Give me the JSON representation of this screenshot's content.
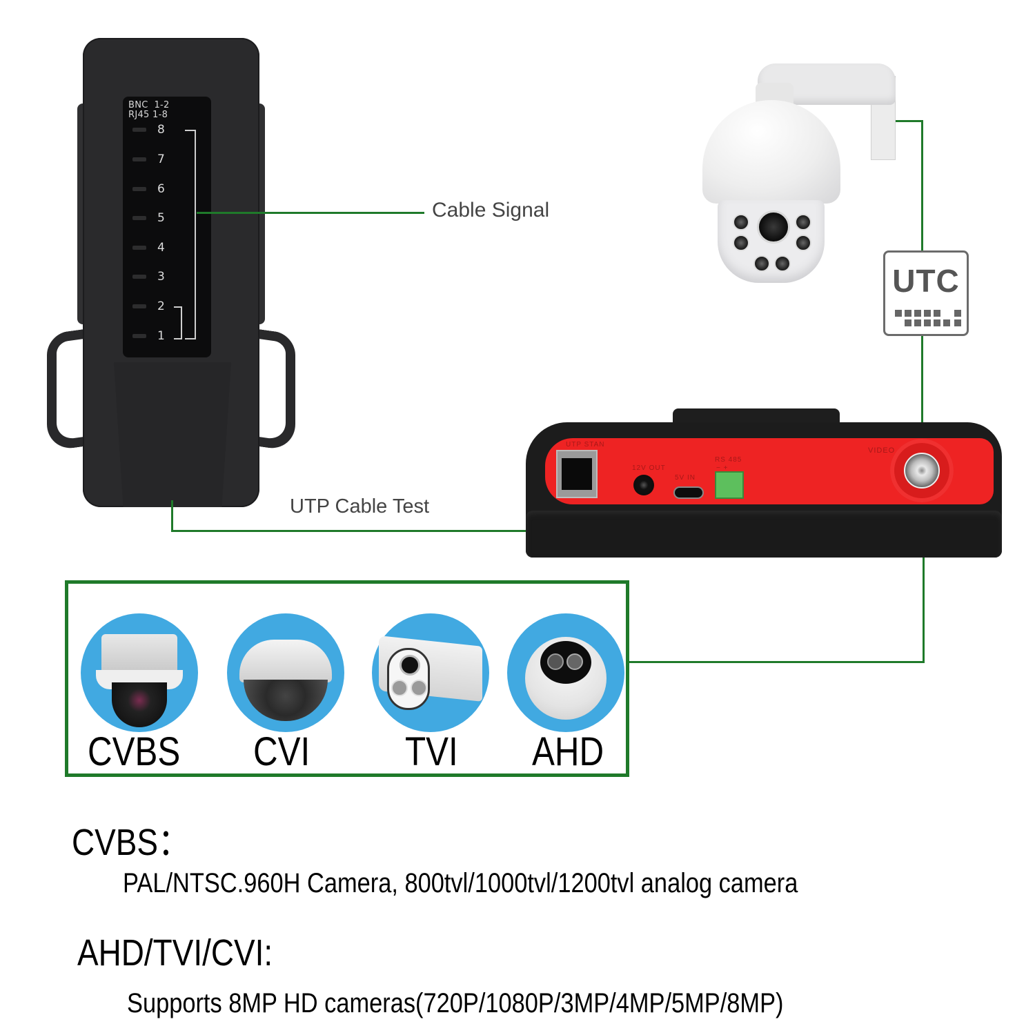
{
  "remote_tester": {
    "panel_header_line1": "BNC  1-2",
    "panel_header_line2": "RJ45 1-8",
    "leds": [
      "8",
      "7",
      "6",
      "5",
      "4",
      "3",
      "2",
      "1"
    ]
  },
  "callouts": {
    "cable_signal": "Cable Signal",
    "utp_cable_test": "UTP Cable Test"
  },
  "utc_badge": {
    "label": "UTC"
  },
  "main_unit": {
    "ports": {
      "utp": "UTP  STAN",
      "dc_out": "12V  OUT",
      "usb_in": "5V  IN",
      "rs485": "RS  485",
      "rs485_polarity": "−   +",
      "video": "VIDEO"
    }
  },
  "camera_types": [
    {
      "label": "CVBS",
      "icon": "dome-camera-icon"
    },
    {
      "label": "CVI",
      "icon": "vandal-dome-camera-icon"
    },
    {
      "label": "TVI",
      "icon": "bullet-camera-icon"
    },
    {
      "label": "AHD",
      "icon": "turret-camera-icon"
    }
  ],
  "specs": [
    {
      "heading": "CVBS：",
      "detail": "PAL/NTSC.960H Camera, 800tvl/1000tvl/1200tvl analog camera"
    },
    {
      "heading": "AHD/TVI/CVI:",
      "detail": "Supports 8MP HD cameras(720P/1080P/3MP/4MP/5MP/8MP)"
    }
  ],
  "colors": {
    "connector_line": "#1f7a2a",
    "camera_circle": "#41a9e1",
    "unit_red": "#ee2323",
    "device_black": "#1c1c1c"
  }
}
